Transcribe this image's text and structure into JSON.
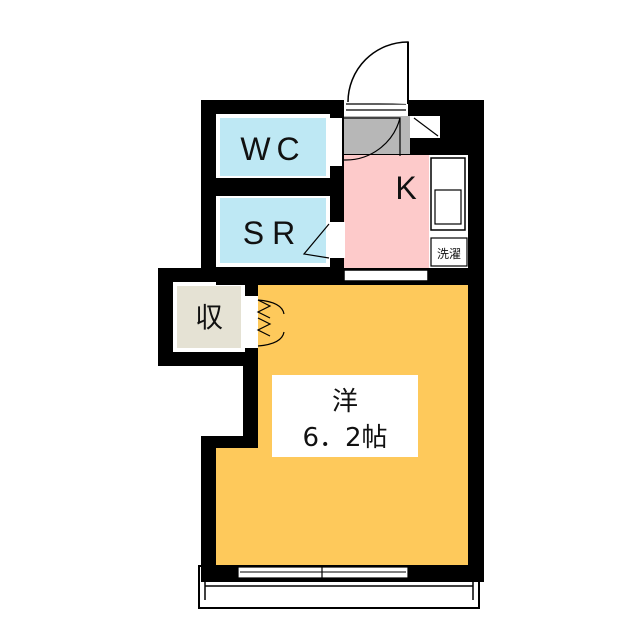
{
  "rooms": {
    "wc": "WC",
    "sr": "SR",
    "kitchen": "K",
    "storage": "収",
    "washer": "洗濯",
    "western_name": "洋",
    "western_size": "6．2帖"
  },
  "colors": {
    "wall": "#000000",
    "western_floor": "#fec95b",
    "kitchen_floor": "#fdcaca",
    "wet_area": "#bee8f4",
    "storage_floor": "#e5e2d4",
    "entrance_floor": "#b7b7b7"
  }
}
